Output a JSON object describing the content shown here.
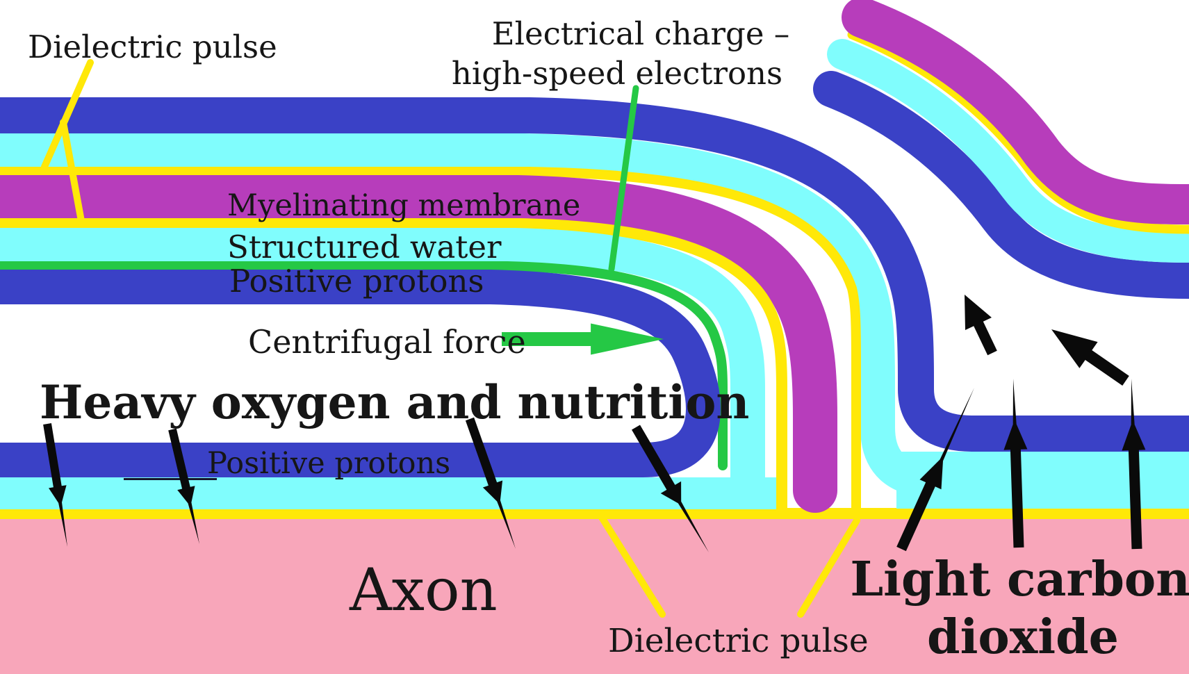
{
  "title": "Myelinated axon membrane diagram",
  "colors": {
    "background": "#ffffff",
    "protons_blue": "#3a41c6",
    "water_cyan": "#80fdfd",
    "membrane_magenta": "#b73dbb",
    "pulse_yellow": "#ffe808",
    "charge_green": "#25c845",
    "axon_pink": "#f8a6ba",
    "arrow_black": "#0a0a0a",
    "text": "#161616"
  },
  "labels": {
    "dielectric_pulse_top": "Dielectric pulse",
    "electrical_charge_line1": "Electrical charge –",
    "electrical_charge_line2": "high-speed electrons",
    "myelinating_membrane": "Myelinating membrane",
    "structured_water": "Structured water",
    "positive_protons_upper": "Positive protons",
    "centrifugal_force": "Centrifugal force",
    "heavy_oxygen": "Heavy oxygen and nutrition",
    "positive_protons_lower": "Positive protons",
    "axon": "Axon",
    "dielectric_pulse_bottom": "Dielectric pulse",
    "light_carbon_line1": "Light carbon",
    "light_carbon_line2": "dioxide"
  },
  "layers": [
    {
      "label": "Positive protons",
      "color_key": "protons_blue"
    },
    {
      "label": "Structured water",
      "color_key": "water_cyan"
    },
    {
      "label": "Myelinating membrane",
      "color_key": "membrane_magenta"
    },
    {
      "label": "Dielectric pulse",
      "color_key": "pulse_yellow"
    },
    {
      "label": "Electrical charge – high-speed electrons",
      "color_key": "charge_green"
    },
    {
      "label": "Axon",
      "color_key": "axon_pink"
    }
  ]
}
